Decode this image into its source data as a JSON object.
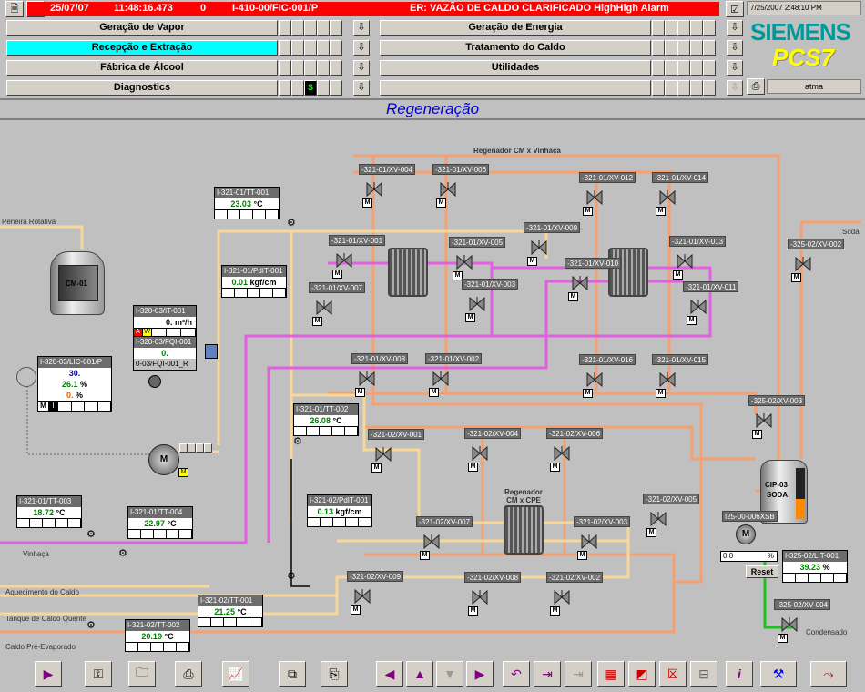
{
  "header": {
    "alarm": {
      "date": "25/07/07",
      "time": "11:48:16.473",
      "count": "0",
      "tag": "I-410-00/FIC-001/P",
      "message": "ER: VAZÃO DE CALDO CLARIFICADO HighHigh Alarm"
    },
    "clock": "7/25/2007 2:48:10 PM",
    "brand": "SIEMENS",
    "product": "PCS7",
    "user": "atma",
    "areas_left": [
      "Geração de Vapor",
      "Recepção e Extração",
      "Fábrica de Álcool",
      "Diagnostics"
    ],
    "areas_right": [
      "Geração de Energia",
      "Tratamento do Caldo",
      "Utilidades",
      ""
    ],
    "active_area": "Recepção e Extração",
    "diag_indicator": "S"
  },
  "title": "Regeneração",
  "process": {
    "regen_top_label": "Regenador CM x Vinhaça",
    "regen_bottom_label": "Regenador CM x CPE",
    "tank_cm": "CM-01",
    "tank_cip_line1": "CIP-03",
    "tank_cip_line2": "SODA",
    "pipe_labels": [
      "Peneira Rotativa",
      "Soda",
      "Vinhaça",
      "Aquecimento do Caldo",
      "Tanque de Caldo Quente",
      "Caldo Pré-Evaporado",
      "Condensado"
    ],
    "valves": [
      {
        "tag": "-321-01/XV-004",
        "mode": "M"
      },
      {
        "tag": "-321-01/XV-006",
        "mode": "M"
      },
      {
        "tag": "-321-01/XV-012",
        "mode": "M"
      },
      {
        "tag": "-321-01/XV-014",
        "mode": "M"
      },
      {
        "tag": "-321-01/XV-001",
        "mode": "M"
      },
      {
        "tag": "-321-01/XV-005",
        "mode": "M"
      },
      {
        "tag": "-321-01/XV-009",
        "mode": "M"
      },
      {
        "tag": "-321-01/XV-013",
        "mode": "M"
      },
      {
        "tag": "-321-01/XV-010",
        "mode": "M"
      },
      {
        "tag": "-321-01/XV-007",
        "mode": "M"
      },
      {
        "tag": "-321-01/XV-003",
        "mode": "M"
      },
      {
        "tag": "-321-01/XV-011",
        "mode": "M"
      },
      {
        "tag": "-321-01/XV-008",
        "mode": "M"
      },
      {
        "tag": "-321-01/XV-002",
        "mode": "M"
      },
      {
        "tag": "-321-01/XV-016",
        "mode": "M"
      },
      {
        "tag": "-321-01/XV-015",
        "mode": "M"
      },
      {
        "tag": "-325-02/XV-003",
        "mode": "M"
      },
      {
        "tag": "-325-02/XV-002",
        "mode": "M"
      },
      {
        "tag": "-321-02/XV-001",
        "mode": "M"
      },
      {
        "tag": "-321-02/XV-004",
        "mode": "M"
      },
      {
        "tag": "-321-02/XV-006",
        "mode": "M"
      },
      {
        "tag": "-321-02/XV-005",
        "mode": "M"
      },
      {
        "tag": "-321-02/XV-007",
        "mode": "M"
      },
      {
        "tag": "-321-02/XV-003",
        "mode": "M"
      },
      {
        "tag": "-321-02/XV-009",
        "mode": "M"
      },
      {
        "tag": "-321-02/XV-008",
        "mode": "M"
      },
      {
        "tag": "-321-02/XV-002",
        "mode": "M"
      },
      {
        "tag": "-325-02/XV-004",
        "mode": "M"
      }
    ],
    "instruments": {
      "tt001": {
        "tag": "I-321-01/TT-001",
        "value": "23.03",
        "unit": "°C"
      },
      "pdit001": {
        "tag": "I-321-01/PdIT-001",
        "value": "0.01",
        "unit": "kgf/cm"
      },
      "it001": {
        "tag": "I-320-03/IT-001",
        "value": "0.",
        "unit": "m³/h",
        "flags": [
          "A",
          "W"
        ]
      },
      "fqi001": {
        "tag": "I-320-03/FQI-001",
        "value": "0.",
        "sub": "0-03/FQI-001_R"
      },
      "lic001": {
        "tag": "I-320-03/LIC-001/P",
        "v1": "30.",
        "v2": "26.1",
        "u2": "%",
        "v3": "0.",
        "u3": "%",
        "modes": [
          "M",
          "I"
        ]
      },
      "tt002": {
        "tag": "I-321-01/TT-002",
        "value": "26.08",
        "unit": "°C"
      },
      "tt003": {
        "tag": "I-321-01/TT-003",
        "value": "18.72",
        "unit": "°C"
      },
      "tt004": {
        "tag": "I-321-01/TT-004",
        "value": "22.97",
        "unit": "°C"
      },
      "pdit201": {
        "tag": "I-321-02/PdIT-001",
        "value": "0.13",
        "unit": "kgf/cm"
      },
      "tt201": {
        "tag": "I-321-02/TT-001",
        "value": "21.25",
        "unit": "°C"
      },
      "tt202": {
        "tag": "I-321-02/TT-002",
        "value": "20.19",
        "unit": "°C"
      },
      "lit001": {
        "tag": "I-325-02/LIT-001",
        "value": "39.23",
        "unit": "%"
      },
      "pump": {
        "tag": "I25-00-006XSB",
        "value": "0.0",
        "unit": "%"
      }
    },
    "reset_label": "Reset"
  },
  "colors": {
    "alarm": "#ff0000",
    "active": "#00ffff",
    "hot": "#f4a070",
    "cold": "#f8d898",
    "vinhaca": "#e060e0",
    "value": "#008000"
  },
  "toolbar_icons": [
    "play-icon",
    "key-icon",
    "folder-icon",
    "printer-icon",
    "trend-icon",
    "copy-icon",
    "paste-icon",
    "arrow-left-icon",
    "arrow-up-icon",
    "arrow-down-icon",
    "arrow-right-icon",
    "undo-icon",
    "step-icon",
    "step-disabled-icon",
    "faceplate-icon",
    "alarm-icon",
    "mute-icon",
    "lock-icon",
    "info-icon",
    "tools-icon",
    "exit-icon"
  ]
}
